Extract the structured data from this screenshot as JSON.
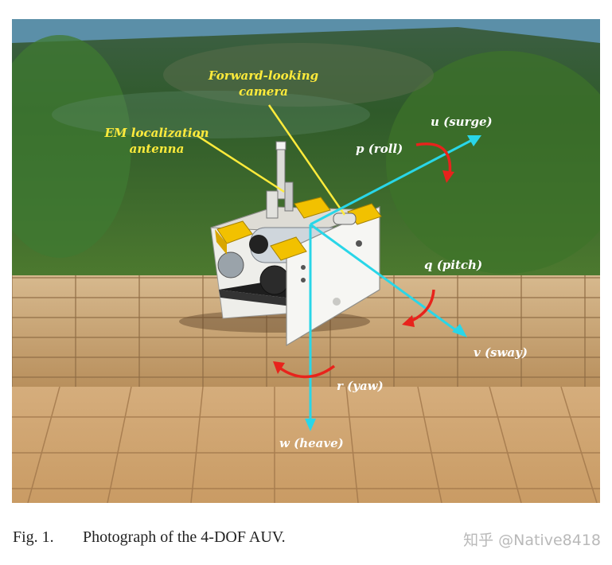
{
  "figure": {
    "labels": {
      "forward_camera_line1": "Forward-looking",
      "forward_camera_line2": "camera",
      "em_antenna_line1": "EM localization",
      "em_antenna_line2": "antenna",
      "surge": "u (surge)",
      "roll": "p (roll)",
      "pitch": "q (pitch)",
      "sway": "v (sway)",
      "yaw": "r (yaw)",
      "heave": "w (heave)"
    },
    "colors": {
      "axis": "#29d6e8",
      "rotation": "#e8231c",
      "callout": "#ffeb3b",
      "water": "#2f5a2a",
      "tile": "#c9a67a",
      "hull": "#f4f4f0",
      "pontoon": "#f2c100"
    }
  },
  "caption": {
    "number": "Fig. 1.",
    "text": "Photograph of the 4-DOF AUV."
  },
  "watermark": "知乎 @Native8418"
}
